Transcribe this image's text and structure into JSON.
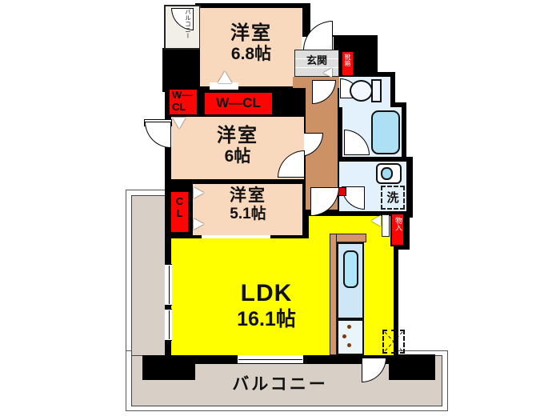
{
  "rooms": {
    "bedroom_68": {
      "name": "洋室",
      "size": "6.8帖"
    },
    "bedroom_6": {
      "name": "洋室",
      "size": "6帖"
    },
    "bedroom_51": {
      "name": "洋室",
      "size": "5.1帖"
    },
    "ldk": {
      "name": "LDK",
      "size": "16.1帖"
    }
  },
  "labels": {
    "balcony": "バルコニー",
    "small_balcony": "バルコニー",
    "entrance": "玄関",
    "shoe_box": "靴箱",
    "walkin_closet_left": "W—CL",
    "walkin_closet_top": "W—CL",
    "closet": "CL",
    "storage": "物入",
    "laundry": "洗"
  },
  "colors": {
    "ldk": "#ffff00",
    "bedroom": "#f8d9be",
    "closet_red": "#fe0505",
    "corridor": "#cd9166",
    "wet_area": "#e2f1fb",
    "bathtub": "#ade0f5",
    "balcony": "#d8cfc7",
    "entrance_tile": "#dedede",
    "wall": "#000000"
  }
}
